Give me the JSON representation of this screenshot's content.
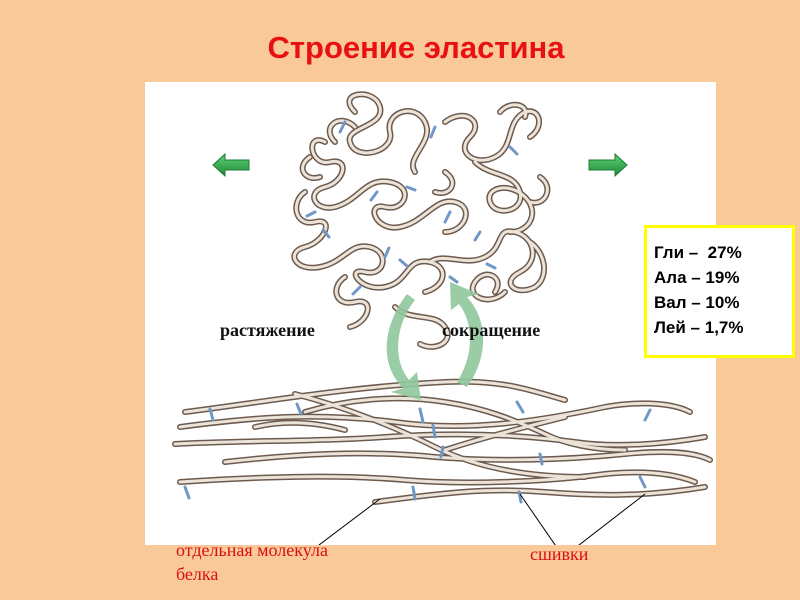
{
  "title": "Строение эластина",
  "labels": {
    "stretch": "растяжение",
    "contraction": "сокращение",
    "molecule_line1": "отдельная молекула",
    "molecule_line2": "белка",
    "crosslinks": "сшивки"
  },
  "composition": [
    "Гли –  27%",
    "Ала – 19%",
    "Вал – 10%",
    "Лей – 1,7%"
  ],
  "colors": {
    "background": "#f9c99a",
    "title": "#e81010",
    "fiber": "#b59c8c",
    "crosslink": "#6f98c8",
    "arrow_green": "#2aa64a",
    "cycle_arrow": "#8fc79c",
    "box_border": "#ffff00"
  },
  "icons": [
    "arrow-left-icon",
    "arrow-right-icon",
    "cycle-arrow-down-icon",
    "cycle-arrow-up-icon"
  ]
}
